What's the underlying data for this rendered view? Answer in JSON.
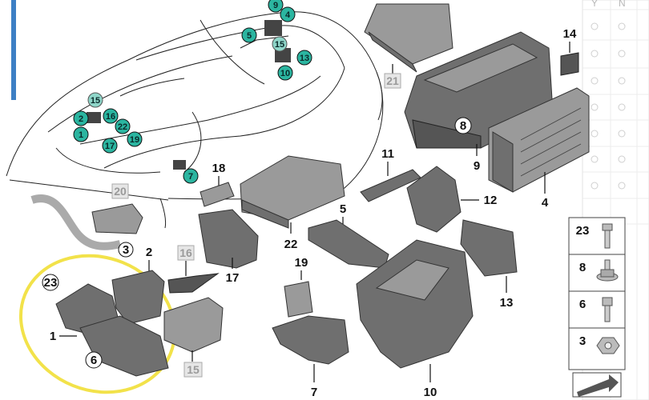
{
  "right_panel": {
    "headers": [
      "Y",
      "N"
    ]
  },
  "car_callouts": [
    "9",
    "4",
    "5",
    "15",
    "13",
    "10",
    "15",
    "2",
    "16",
    "1",
    "22",
    "17",
    "19",
    "7"
  ],
  "part_labels": {
    "p1": "1",
    "p2": "2",
    "p3": "3",
    "p4": "4",
    "p5": "5",
    "p6": "6",
    "p7": "7",
    "p8": "8",
    "p9": "9",
    "p10": "10",
    "p11": "11",
    "p12": "12",
    "p13": "13",
    "p14": "14",
    "p15": "15",
    "p16": "16",
    "p17": "17",
    "p18": "18",
    "p19": "19",
    "p20": "20",
    "p21": "21",
    "p22": "22",
    "p23": "23"
  },
  "hardware_labels": [
    "23",
    "8",
    "6",
    "3"
  ],
  "colors": {
    "teal": "#2bb5a0",
    "highlight": "#f2e24a",
    "accent_bar": "#3d7fc4"
  }
}
